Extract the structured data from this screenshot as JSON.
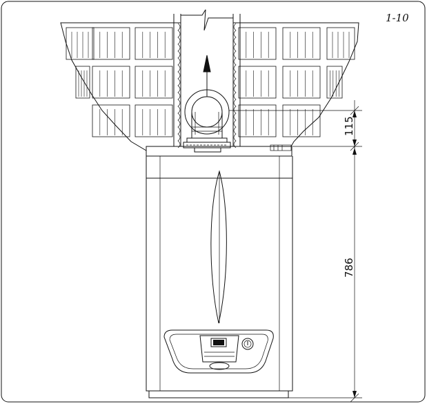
{
  "figure": {
    "label": "1-10"
  },
  "dimensions": {
    "offset_value": "115",
    "height_value": "786"
  },
  "icons": {
    "flow_arrow": "arrow-up-icon",
    "gauge": "gauge-icon"
  }
}
